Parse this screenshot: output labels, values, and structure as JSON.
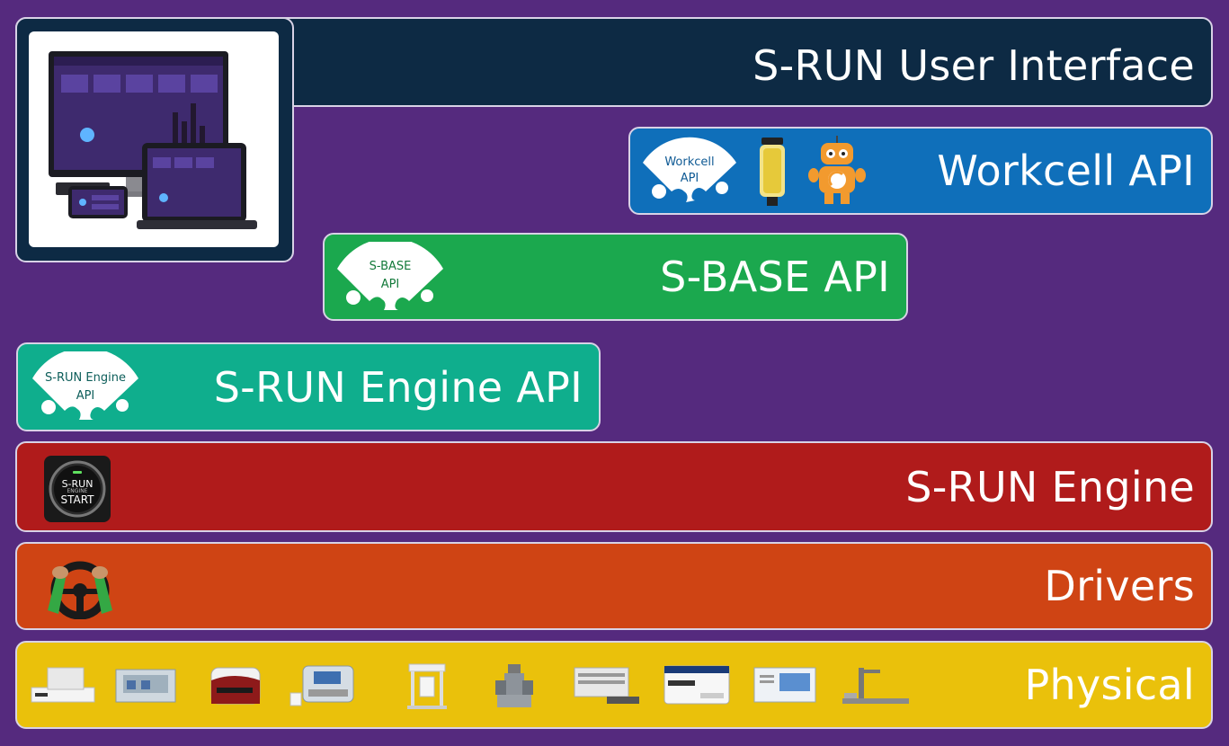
{
  "layers": {
    "ui": {
      "title": "S-RUN User Interface"
    },
    "workcell": {
      "title": "Workcell API",
      "badge_line1": "Workcell",
      "badge_line2": "API"
    },
    "sbase": {
      "title": "S-BASE API",
      "badge_line1": "S-BASE",
      "badge_line2": "API"
    },
    "engine_api": {
      "title": "S-RUN Engine API",
      "badge_line1": "S-RUN Engine",
      "badge_line2": "API"
    },
    "engine": {
      "title": "S-RUN Engine",
      "button_line1": "S-RUN",
      "button_line2": "ENGINE",
      "button_line3": "START"
    },
    "drivers": {
      "title": "Drivers"
    },
    "physical": {
      "title": "Physical"
    }
  },
  "colors": {
    "background": "#552a7e",
    "ui": "#0d2a44",
    "workcell": "#0f6fba",
    "sbase": "#1ba84e",
    "engine_api": "#0fae8d",
    "engine": "#b01b1b",
    "drivers": "#cf4414",
    "physical": "#eac10b"
  },
  "icons": [
    "devices-photo",
    "puzzle-piece-icon",
    "stack-light-icon",
    "robot-icon",
    "engine-start-button-icon",
    "steering-wheel-icon",
    "lab-instrument-icon"
  ]
}
